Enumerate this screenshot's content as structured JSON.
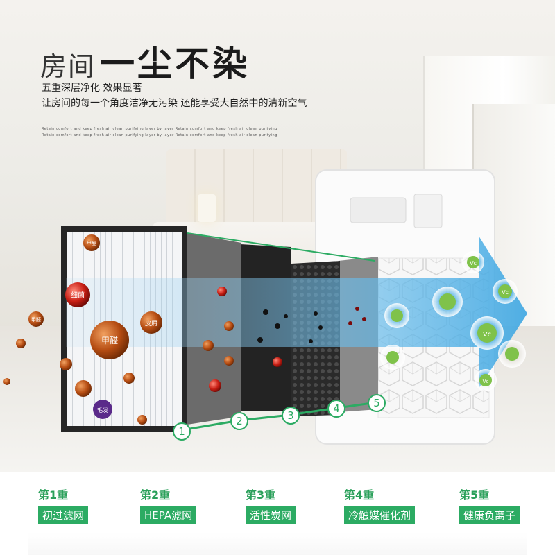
{
  "headline": {
    "light": "房间",
    "bold": "一尘不染"
  },
  "subtitle_line1": "五重深层净化 效果显著",
  "subtitle_line2": "让房间的每一个角度洁净无污染 还能享受大自然中的清新空气",
  "fine_print_1": "Retain comfort and keep fresh air clean purifying layer by layer Retain comfort and keep fresh air clean purifying",
  "fine_print_2": "Retain comfort and keep fresh air clean purifying layer by layer Retain comfort and keep fresh air clean purifying",
  "pollutant_labels": {
    "formaldehyde_small": "甲醛",
    "bacteria": "细菌",
    "formaldehyde_left": "甲醛",
    "dander": "皮屑",
    "formaldehyde_big": "甲醛",
    "hair": "毛发"
  },
  "ion_labels": [
    "Vc",
    "Vc",
    "Vc",
    "Vc"
  ],
  "layer_numbers": [
    "1",
    "2",
    "3",
    "4",
    "5"
  ],
  "steps": [
    {
      "title": "第1重",
      "name": "初过滤网"
    },
    {
      "title": "第2重",
      "name": "HEPA滤网"
    },
    {
      "title": "第3重",
      "name": "活性炭网"
    },
    {
      "title": "第4重",
      "name": "冷触媒催化剂"
    },
    {
      "title": "第5重",
      "name": "健康负离子"
    }
  ],
  "colors": {
    "accent_green": "#2cab63",
    "arrow_blue": "#4fb3e8",
    "pollutant_brown": "#a0451a"
  }
}
